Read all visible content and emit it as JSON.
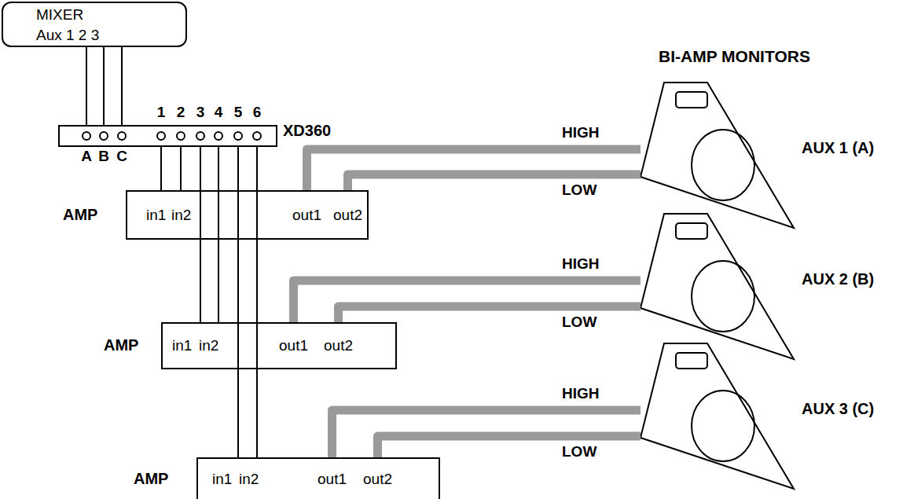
{
  "diagram": {
    "title": "BI-AMP MONITORS",
    "nodes": [
      {
        "text": [
          "MIXER",
          "Aux 1 2 3"
        ]
      },
      {
        "text": [
          "XD360"
        ]
      },
      {
        "text": [
          "AMP",
          "in1",
          "in2",
          "out1",
          "out2"
        ]
      },
      {
        "text": [
          "AUX 1 (A)"
        ]
      },
      {
        "text": [
          "AMP",
          "in1",
          "in2",
          "out1",
          "out2"
        ]
      },
      {
        "text": [
          "AUX 2 (B)"
        ]
      },
      {
        "text": [
          "AMP",
          "in1",
          "in2",
          "out1",
          "out2"
        ]
      },
      {
        "text": [
          "AUX 3 (C)"
        ]
      }
    ],
    "edges": [
      {
        "from": 0,
        "to": 1,
        "arrow": "none"
      },
      {
        "from": 0,
        "to": 1,
        "arrow": "none"
      },
      {
        "from": 0,
        "to": 1,
        "arrow": "none"
      },
      {
        "from": 1,
        "to": 2,
        "arrow": "none"
      },
      {
        "from": 1,
        "to": 2,
        "arrow": "none"
      },
      {
        "from": 1,
        "to": 4,
        "arrow": "none"
      },
      {
        "from": 1,
        "to": 4,
        "arrow": "none"
      },
      {
        "from": 1,
        "to": 6,
        "arrow": "none"
      },
      {
        "from": 1,
        "to": 6,
        "arrow": "none"
      },
      {
        "from": 2,
        "to": 3,
        "label": "HIGH",
        "arrow": "none"
      },
      {
        "from": 2,
        "to": 3,
        "label": "LOW",
        "arrow": "none"
      },
      {
        "from": 4,
        "to": 5,
        "label": "HIGH",
        "arrow": "none"
      },
      {
        "from": 4,
        "to": 5,
        "label": "LOW",
        "arrow": "none"
      },
      {
        "from": 6,
        "to": 7,
        "label": "HIGH",
        "arrow": "none"
      },
      {
        "from": 6,
        "to": 7,
        "label": "LOW",
        "arrow": "none"
      }
    ],
    "labels": [
      "1",
      "2",
      "3",
      "4",
      "5",
      "6",
      "A",
      "B",
      "C"
    ]
  }
}
